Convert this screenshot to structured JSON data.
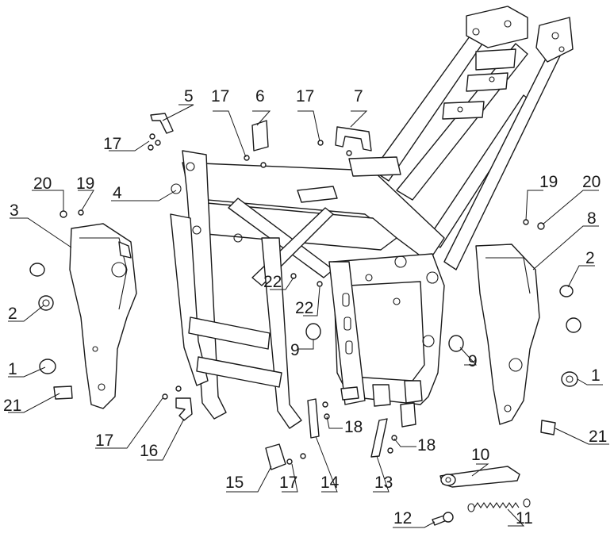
{
  "callouts": {
    "c1_left": "1",
    "c1_right": "1",
    "c2_left": "2",
    "c2_right": "2",
    "c3": "3",
    "c4": "4",
    "c5": "5",
    "c6": "6",
    "c7": "7",
    "c8": "8",
    "c9_left": "9",
    "c9_right": "9",
    "c10": "10",
    "c11": "11",
    "c12": "12",
    "c13": "13",
    "c14": "14",
    "c15": "15",
    "c16": "16",
    "c17_a": "17",
    "c17_b": "17",
    "c17_c": "17",
    "c17_d": "17",
    "c17_e": "17",
    "c18_a": "18",
    "c18_b": "18",
    "c19_left": "19",
    "c19_right": "19",
    "c20_left": "20",
    "c20_right": "20",
    "c21_left": "21",
    "c21_right": "21",
    "c22_a": "22",
    "c22_b": "22"
  }
}
